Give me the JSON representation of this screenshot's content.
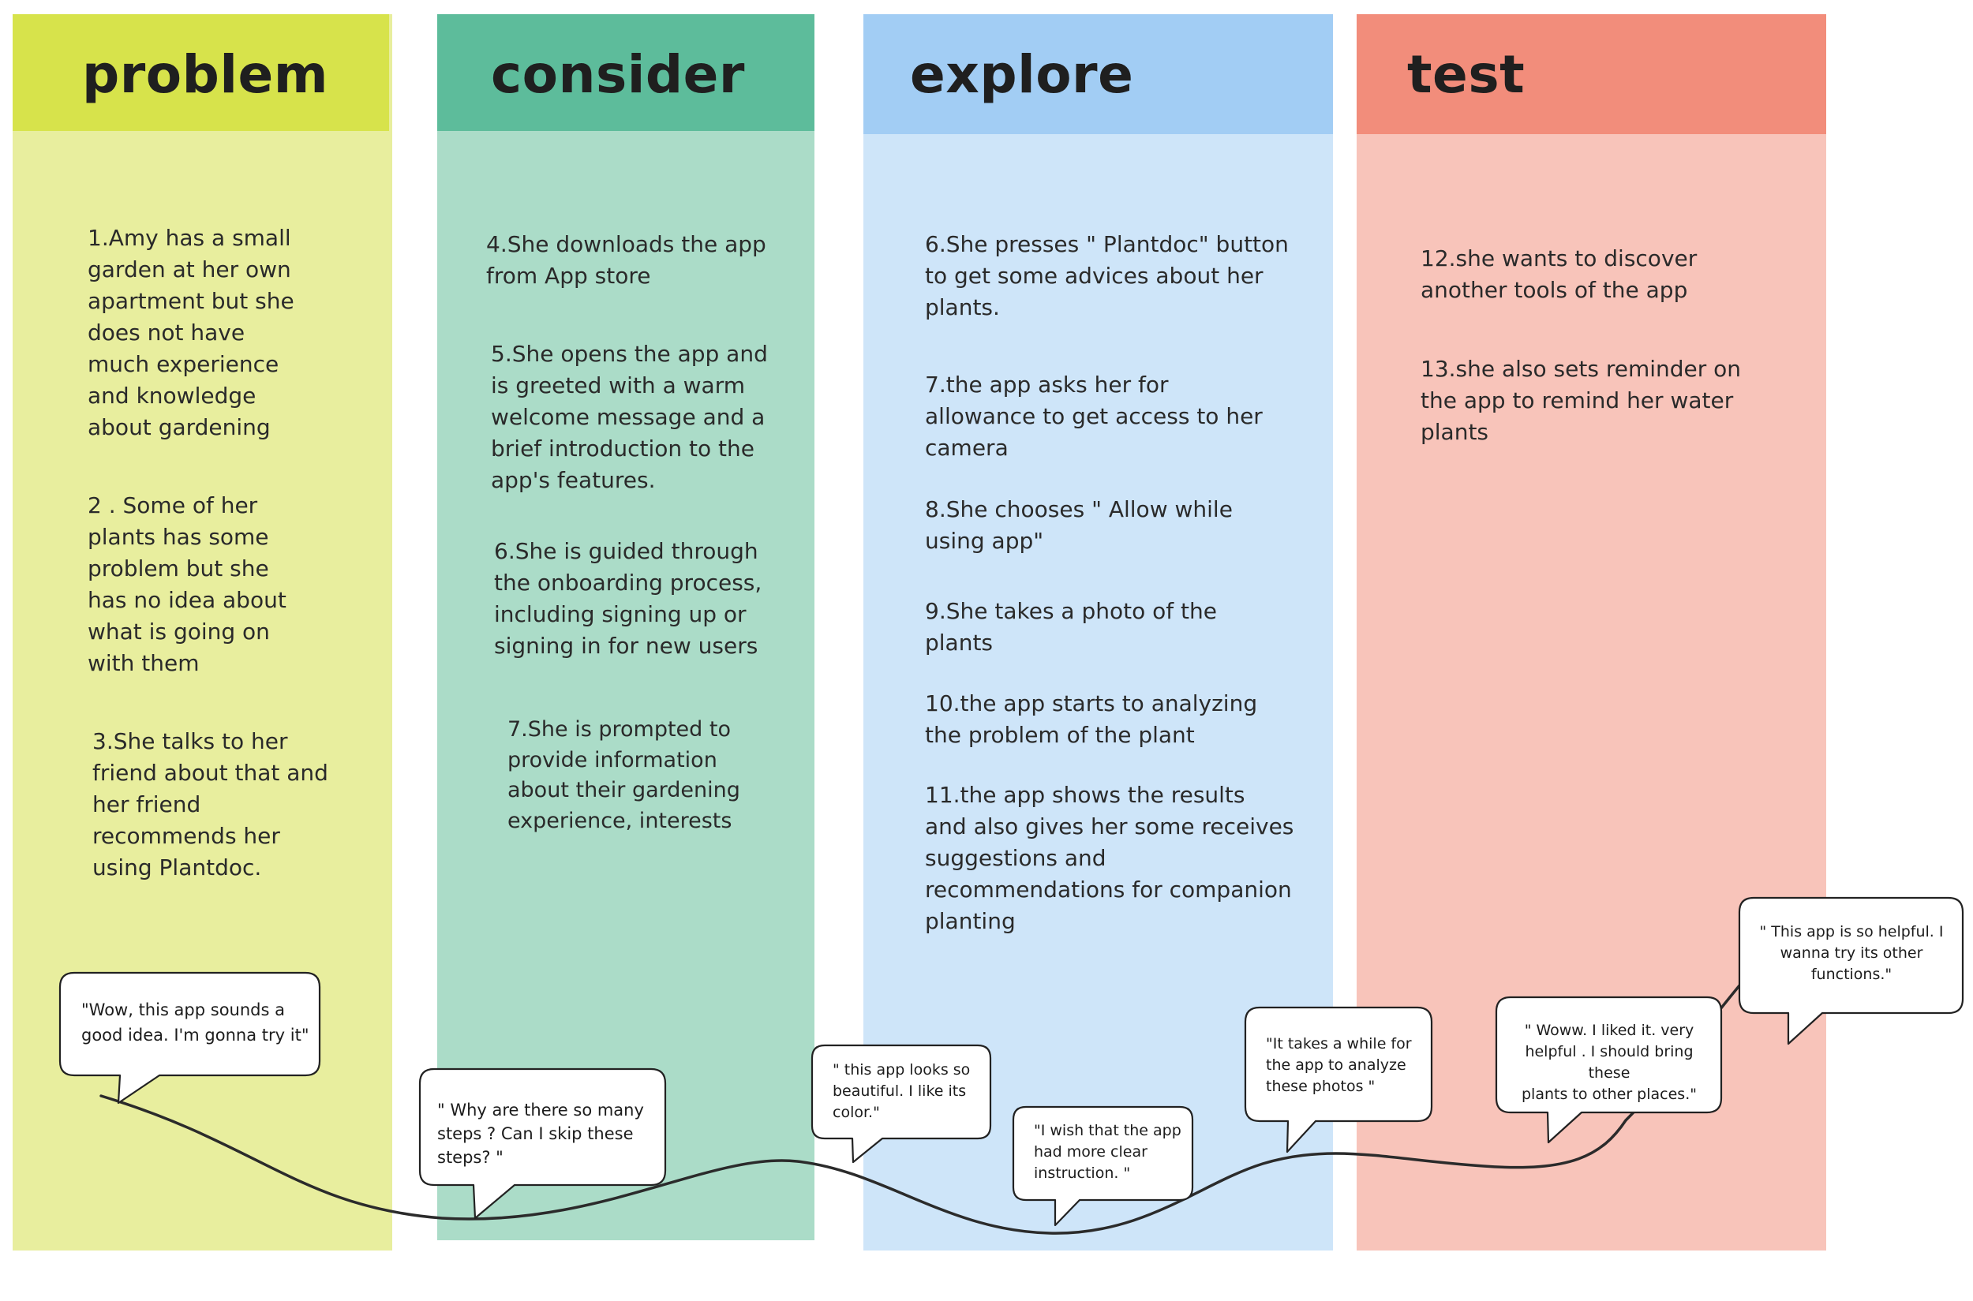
{
  "colors": {
    "problem_header": "#d7e34b",
    "problem_body": "#e8ee9e",
    "consider_header": "#5dbc9b",
    "consider_body": "#abdcc8",
    "explore_header": "#a2cdf4",
    "explore_body": "#cee5f9",
    "test_header": "#f28d7b",
    "test_body": "#f8c4ba",
    "curve": "#2b2b2b"
  },
  "columns": {
    "problem": {
      "title": "problem",
      "steps": [
        "1.Amy  has a small\ngarden at  her own\napartment but  she\ndoes not  have\nmuch  experience\nand knowledge\nabout  gardening",
        "2 . Some  of  her\nplants  has  some\nproblem  but  she\nhas  no idea about\nwhat is going on\nwith them",
        "3.She talks  to    her\nfriend about that and\nher  friend\nrecommends her\nusing  Plantdoc."
      ]
    },
    "consider": {
      "title": "consider",
      "steps": [
        "4.She  downloads  the app\nfrom App store",
        "5.She opens the app and\nis greeted with a warm\nwelcome message and a\nbrief introduction to the\napp's features.",
        "6.She is guided through\nthe onboarding process,\nincluding signing up or\nsigning in for new users",
        "7.She is prompted to\nprovide information\nabout their gardening\nexperience, interests"
      ]
    },
    "explore": {
      "title": "explore",
      "steps": [
        "6.She presses \" Plantdoc\" button\n to get  some  advices  about her\nplants.",
        "7.the  app asks  her for\nallowance to get access to her\ncamera",
        "8.She  chooses  \" Allow  while\nusing  app\"",
        "9.She  takes  a  photo of  the\nplants",
        "10.the  app starts  to analyzing\nthe problem of the plant",
        "11.the  app  shows the  results\nand also gives her some receives\nsuggestions and\nrecommendations for companion\nplanting"
      ]
    },
    "test": {
      "title": "test",
      "steps": [
        "12.she  wants  to discover\nanother  tools of the app",
        "13.she also  sets  reminder  on\nthe app to remind  her  water\nplants"
      ]
    }
  },
  "bubbles": [
    "\"Wow, this  app  sounds  a\ngood  idea. I'm  gonna try it\"",
    "\" Why are  there  so many\nsteps ? Can  I  skip  these\nsteps? \"",
    "\" this app  looks so\nbeautiful. I  like  its\ncolor.\"",
    "\"I  wish  that the  app\nhad  more  clear\ninstruction. \"",
    "\"It takes a  while for\nthe  app to analyze\nthese  photos   \"",
    "\" Woww. I  liked it. very\nhelpful . I  should bring these\nplants  to other  places.\"",
    "\" This  app  is  so  helpful. I\nwanna  try  its  other\nfunctions.\""
  ]
}
